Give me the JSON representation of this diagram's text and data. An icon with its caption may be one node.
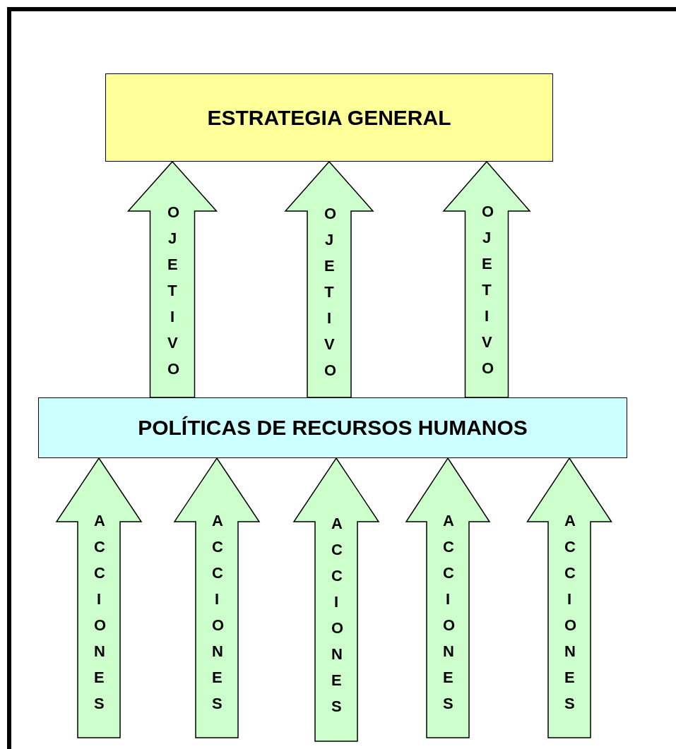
{
  "diagram": {
    "nodes": [
      {
        "text": [
          "ESTRATEGIA GENERAL"
        ]
      },
      {
        "text": [
          "POLÍTICAS DE RECURSOS HUMANOS"
        ]
      }
    ],
    "edges": [
      {
        "from": 1,
        "to": 0,
        "arrow": "to",
        "label": "OJETIVO"
      },
      {
        "from": 1,
        "to": 0,
        "arrow": "to",
        "label": "OJETIVO"
      },
      {
        "from": 1,
        "to": 0,
        "arrow": "to",
        "label": "OJETIVO"
      },
      {
        "from": null,
        "to": 1,
        "arrow": "to",
        "label": "ACCIONES"
      },
      {
        "from": null,
        "to": 1,
        "arrow": "to",
        "label": "ACCIONES"
      },
      {
        "from": null,
        "to": 1,
        "arrow": "to",
        "label": "ACCIONES"
      },
      {
        "from": null,
        "to": 1,
        "arrow": "to",
        "label": "ACCIONES"
      },
      {
        "from": null,
        "to": 1,
        "arrow": "to",
        "label": "ACCIONES"
      }
    ]
  }
}
